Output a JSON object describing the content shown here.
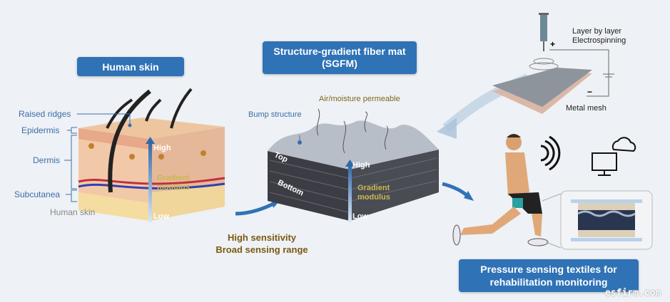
{
  "skin_panel": {
    "title": "Human skin",
    "labels": {
      "raised_ridges": "Raised ridges",
      "epidermis": "Epidermis",
      "dermis": "Dermis",
      "subcutanea": "Subcutanea",
      "caption": "Human skin"
    },
    "gradient": {
      "high": "High",
      "low": "Low",
      "label_line1": "Gradient",
      "label_line2": "modulus"
    }
  },
  "sgfm_panel": {
    "title_line1": "Structure-gradient fiber mat",
    "title_line2": "(SGFM)",
    "labels": {
      "permeable": "Air/moisture permeable",
      "bump": "Bump structure",
      "top": "Top",
      "bottom": "Bottom"
    },
    "gradient": {
      "high": "High",
      "low": "Low",
      "label_line1": "Gradient",
      "label_line2": "modulus"
    }
  },
  "benefits": {
    "line1": "High sensitivity",
    "line2": "Broad sensing range"
  },
  "fabrication": {
    "line1": "Layer by layer",
    "line2": "Electrospinning",
    "plus": "+",
    "minus": "−",
    "substrate": "Metal mesh"
  },
  "application": {
    "line1": "Pressure sensing textiles for",
    "line2": "rehabilitation monitoring"
  },
  "watermark": "esfirm.com",
  "colors": {
    "accent": "#2f72b6",
    "label_blue": "#3a6ea8",
    "gold": "#7a5a12"
  }
}
